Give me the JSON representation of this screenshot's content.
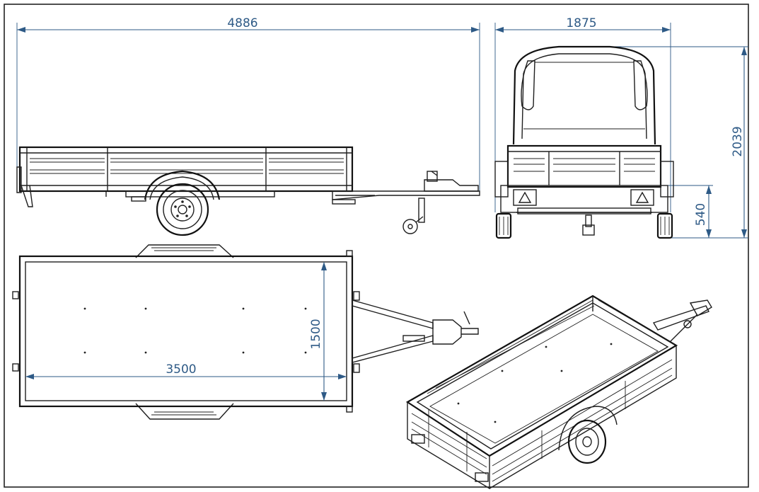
{
  "dimensions": {
    "overall_length": "4886",
    "overall_width": "1875",
    "height_with_cover": "2039",
    "deck_height": "540",
    "bed_width": "1500",
    "bed_length": "3500"
  },
  "colors": {
    "dimension": "#2e5a86",
    "line": "#1f1f1f",
    "border": "#222222",
    "background": "#ffffff"
  }
}
